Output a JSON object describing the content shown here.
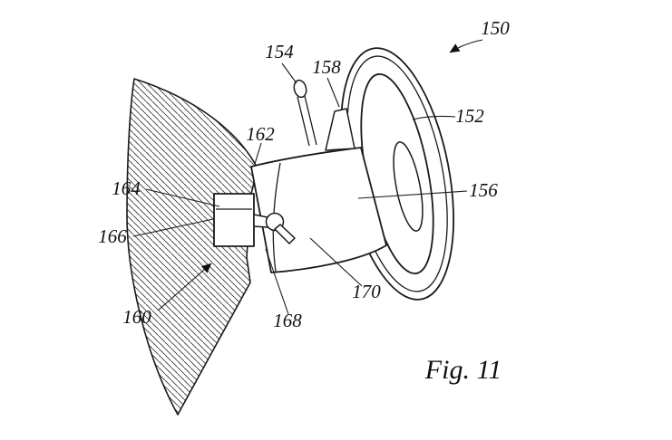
{
  "figure": {
    "caption": "Fig. 11",
    "refs": {
      "r150": "150",
      "r152": "152",
      "r154": "154",
      "r156": "156",
      "r158": "158",
      "r160": "160",
      "r162": "162",
      "r164": "164",
      "r166": "166",
      "r168": "168",
      "r170": "170"
    }
  }
}
